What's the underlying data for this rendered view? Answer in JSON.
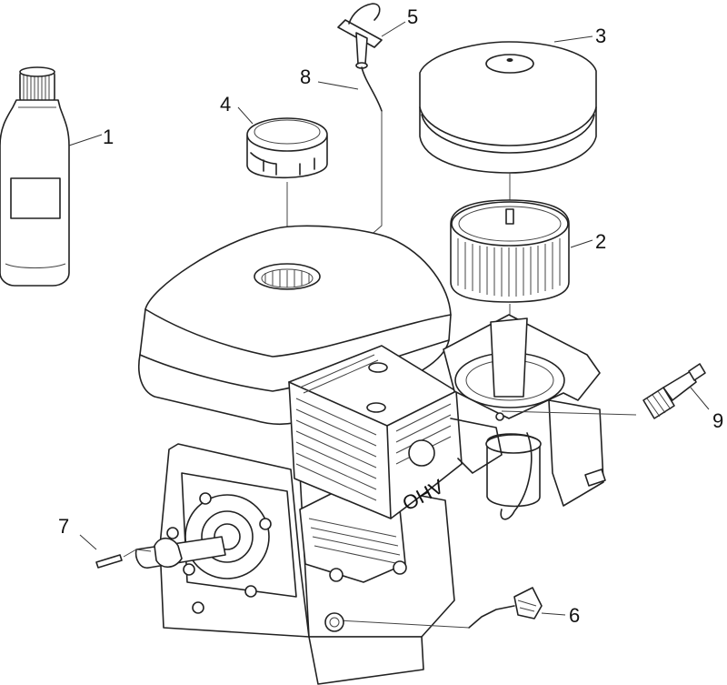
{
  "callouts": [
    {
      "id": "1",
      "label": "1"
    },
    {
      "id": "2",
      "label": "2"
    },
    {
      "id": "3",
      "label": "3"
    },
    {
      "id": "4",
      "label": "4"
    },
    {
      "id": "5",
      "label": "5"
    },
    {
      "id": "6",
      "label": "6"
    },
    {
      "id": "7",
      "label": "7"
    },
    {
      "id": "8",
      "label": "8"
    },
    {
      "id": "9",
      "label": "9"
    }
  ],
  "engine": {
    "brand_text": "OHV"
  }
}
